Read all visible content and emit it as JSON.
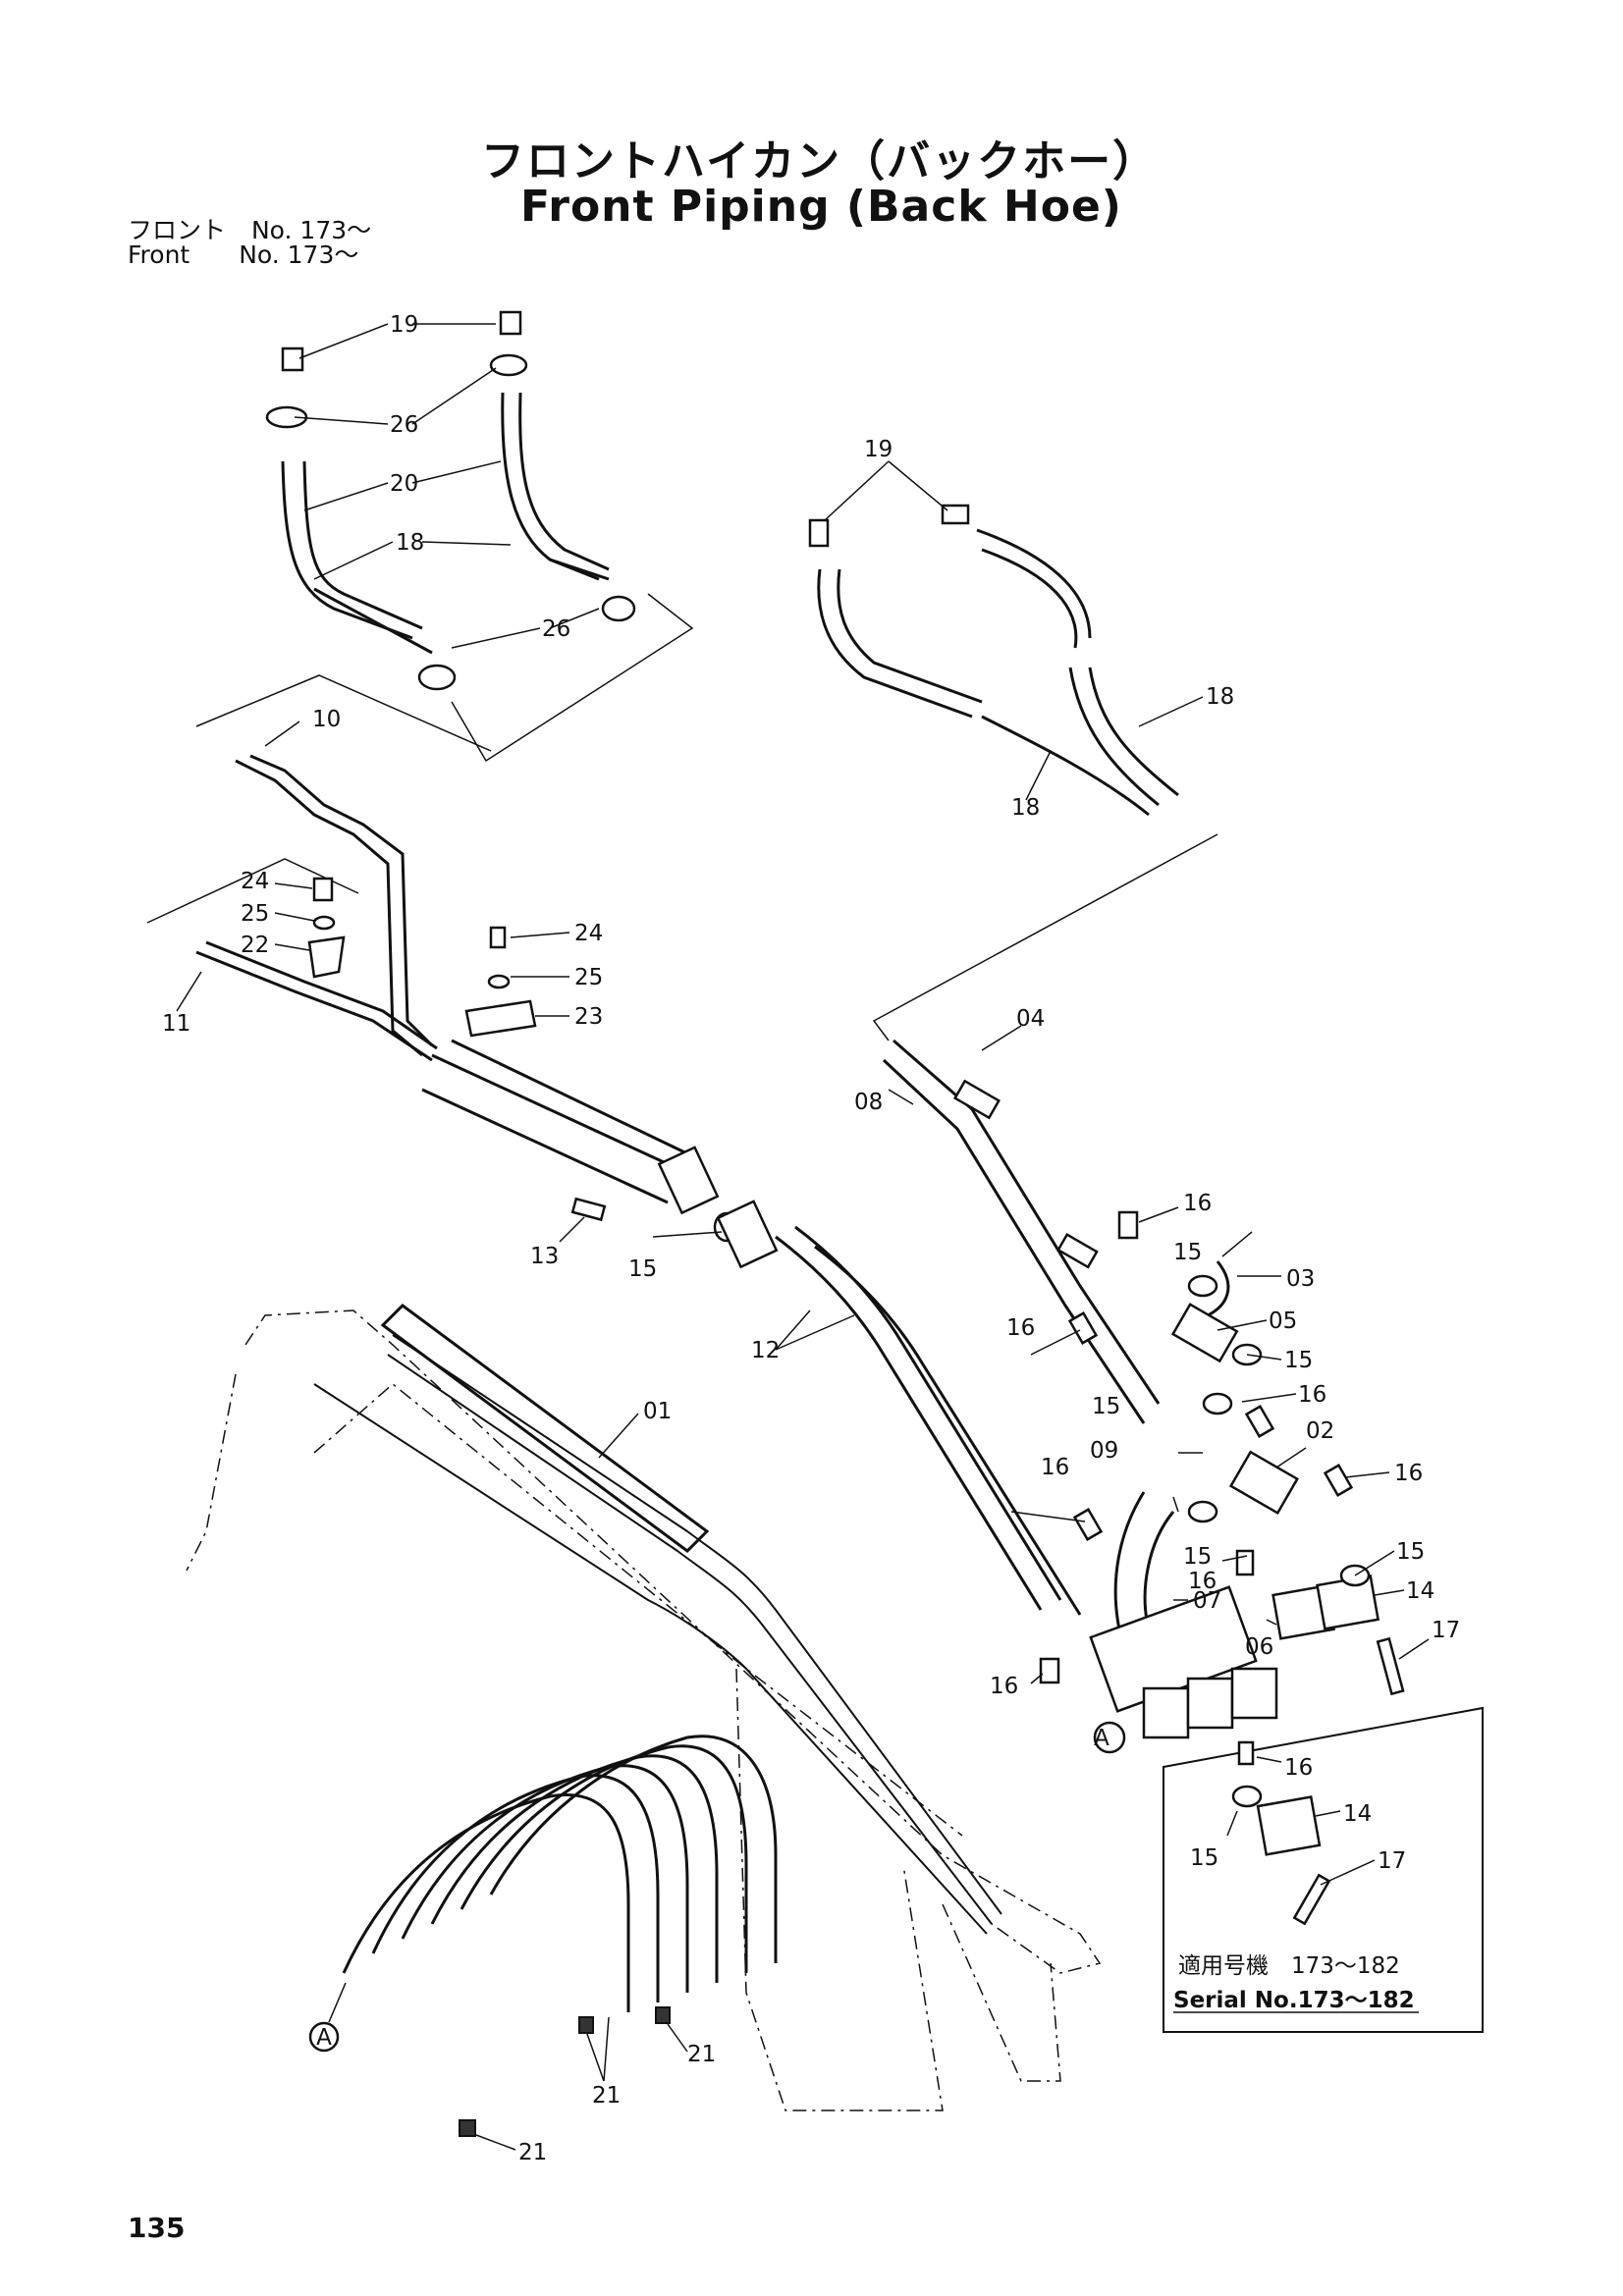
{
  "header": {
    "title_jp": "フロントハイカン（バックホー）",
    "title_en": "Front Piping (Back Hoe)",
    "front_jp": "フロント",
    "front_en": "Front",
    "front_no": "No. 173～"
  },
  "labels": {
    "p01": "01",
    "p02": "02",
    "p03": "03",
    "p04": "04",
    "p05": "05",
    "p06": "06",
    "p07": "07",
    "p08": "08",
    "p09": "09",
    "p10": "10",
    "p11": "11",
    "p12": "12",
    "p13": "13",
    "p14": "14",
    "p15": "15",
    "p16": "16",
    "p17": "17",
    "p18": "18",
    "p19": "19",
    "p20": "20",
    "p21": "21",
    "p22": "22",
    "p23": "23",
    "p24": "24",
    "p25": "25",
    "p26": "26",
    "circle_a": "A"
  },
  "applicability": {
    "jp": "適用号機　173～182",
    "en": "Serial No.173～182"
  },
  "footer": {
    "page_number": "135"
  }
}
